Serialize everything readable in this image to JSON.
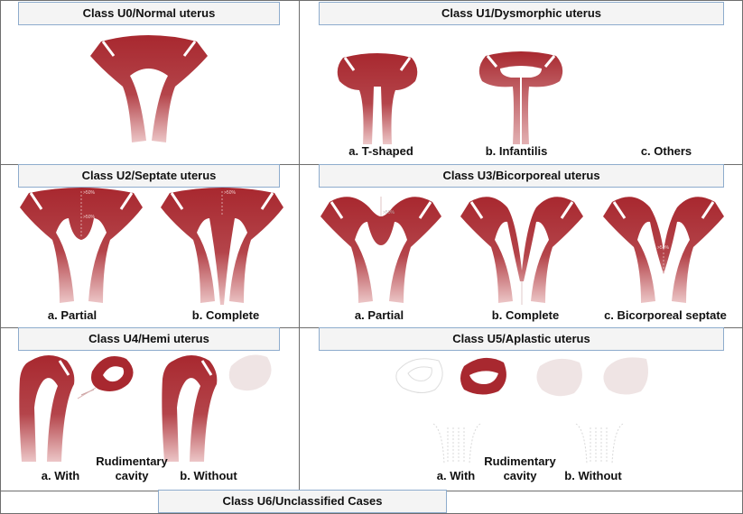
{
  "colors": {
    "uterus": "#a8282f",
    "uterus_light": "#e4aeb0",
    "faint": "#efe4e4",
    "panel_border": "#6e6e6e",
    "title_border": "#8eaccd",
    "title_bg": "#f4f4f4"
  },
  "u0": {
    "title": "Class U0/Normal uterus"
  },
  "u1": {
    "title": "Class U1/Dysmorphic uterus",
    "labels": [
      "a. T-shaped",
      "b. Infantilis",
      "c. Others"
    ]
  },
  "u2": {
    "title": "Class U2/Septate uterus",
    "labels": [
      "a. Partial",
      "b. Complete"
    ],
    "annotations": [
      ">50%",
      ">50%",
      ">50%"
    ]
  },
  "u3": {
    "title": "Class U3/Bicorporeal uterus",
    "labels": [
      "a. Partial",
      "b. Complete",
      "c. Bicorporeal septate"
    ],
    "annotations": [
      ">50%",
      ">50%"
    ]
  },
  "u4": {
    "title": "Class U4/Hemi uterus",
    "labels": [
      "a. With",
      "b. Without"
    ],
    "middle_label_1": "Rudimentary",
    "middle_label_2": "cavity"
  },
  "u5": {
    "title": "Class U5/Aplastic uterus",
    "labels": [
      "a. With",
      "b. Without"
    ],
    "middle_label_1": "Rudimentary",
    "middle_label_2": "cavity"
  },
  "u6": {
    "title": "Class U6/Unclassified Cases"
  }
}
